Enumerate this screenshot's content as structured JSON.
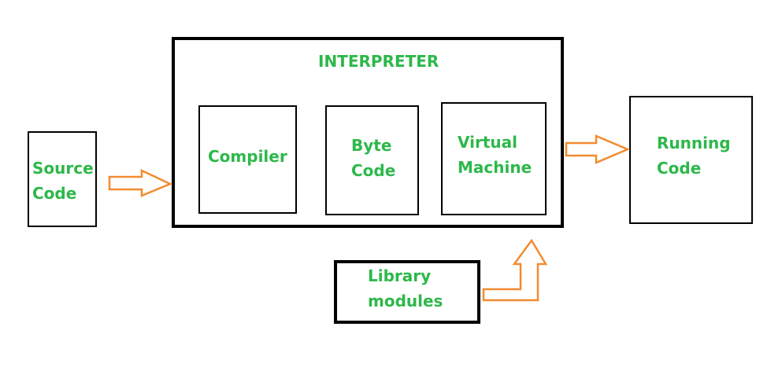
{
  "colors": {
    "text": "#2db84a",
    "border": "#000000",
    "arrow_stroke": "#f28b30",
    "arrow_fill": "#ffffff"
  },
  "source": {
    "line1": "Source",
    "line2": "Code"
  },
  "interpreter": {
    "title": "INTERPRETER",
    "compiler": "Compiler",
    "bytecode": {
      "line1": "Byte",
      "line2": "Code"
    },
    "vm": {
      "line1": "Virtual",
      "line2": "Machine"
    }
  },
  "running": {
    "line1": "Running",
    "line2": "Code"
  },
  "library": {
    "line1": "Library",
    "line2": "modules"
  }
}
